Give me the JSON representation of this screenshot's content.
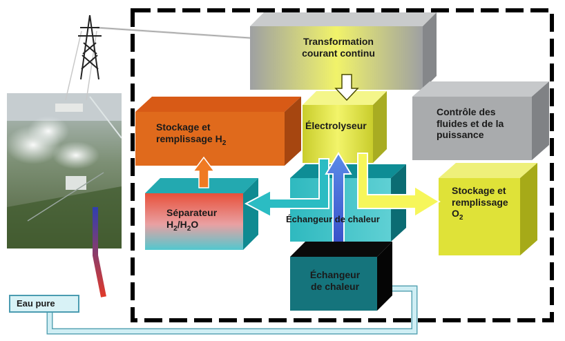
{
  "blocks": {
    "transformation": {
      "line1": "Transformation",
      "line2": "courant continu"
    },
    "electrolyseur": {
      "label": "Électrolyseur"
    },
    "controle": {
      "line1": "Contrôle des",
      "line2": "fluides et de la",
      "line3": "puissance"
    },
    "stockage_h2": {
      "line1": "Stockage et",
      "line2": "remplissage H",
      "sub": "2"
    },
    "stockage_o2": {
      "line1": "Stockage et",
      "line2": "remplissage",
      "line3": "O",
      "sub": "2"
    },
    "separateur": {
      "line1": "Séparateur",
      "h": "H",
      "sub1": "2",
      "mid": "/H",
      "sub2": "2",
      "o": "O"
    },
    "echangeur_back": {
      "label": "Échangeur de chaleur"
    },
    "echangeur_front": {
      "line1": "Échangeur",
      "line2": "de chaleur"
    },
    "eau_pure": {
      "label": "Eau pure"
    }
  },
  "icons": [
    "power-pylon",
    "geothermal-plant-photo",
    "flow-arrow"
  ],
  "colors": {
    "orange_block": "#e06a1c",
    "yellow_block": "#e8ec3a",
    "grey_block": "#a8aaac",
    "teal_block": "#20a2a8",
    "dark_block": "#146a72",
    "pipe_blue": "#3a5fcf",
    "pipe_red": "#e03a2a",
    "water_pipe": "#bfe6ef"
  }
}
